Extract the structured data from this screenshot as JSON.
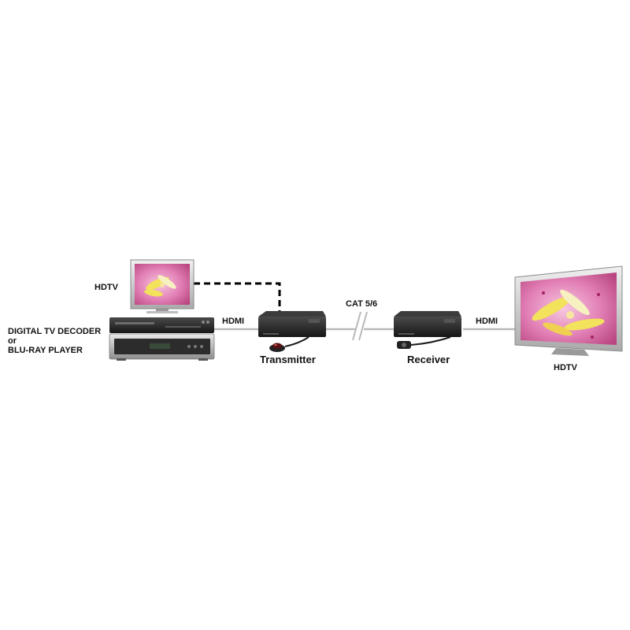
{
  "labels": {
    "hdtv_small": "HDTV",
    "source_line1": "DIGITAL TV DECODER",
    "source_line2": "or",
    "source_line3": "BLU-RAY PLAYER",
    "hdmi_left": "HDMI",
    "cat": "CAT 5/6",
    "transmitter": "Transmitter",
    "receiver": "Receiver",
    "hdmi_right": "HDMI",
    "hdtv_large": "HDTV"
  },
  "colors": {
    "cable": "#b9b9b9",
    "ir_cable": "#000000",
    "device_body": "#2a2a2a",
    "tv_frame": "#d4d4d4",
    "screen_pink": "#e88bbf",
    "petal": "#f3e25c"
  }
}
